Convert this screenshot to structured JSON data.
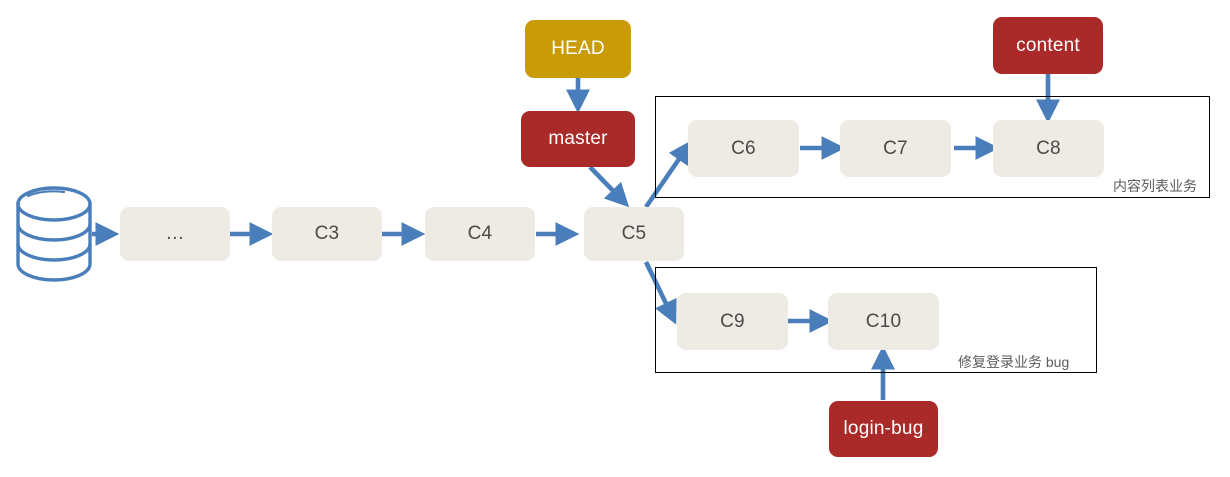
{
  "diagram": {
    "title": "git-branching-diagram",
    "colors": {
      "commit_fill": "#EDEBE3",
      "commit_text": "#4A4A4A",
      "head_fill": "#C89B07",
      "branch_ref_fill": "#A92A28",
      "ref_text": "#FFFFFF",
      "arrow": "#4A7EBB",
      "frame_border": "#000000",
      "frame_label_text": "#5C5C5C",
      "background": "#FFFFFF"
    },
    "repository_icon": {
      "name": "database-cylinder-icon",
      "stroke": "#4A7EBB",
      "fill": "#FFFFFF",
      "discs": 3
    },
    "main_line": {
      "commits": [
        {
          "id": "mainline-ellipsis",
          "label": "…"
        },
        {
          "id": "mainline-c3",
          "label": "C3"
        },
        {
          "id": "mainline-c4",
          "label": "C4"
        },
        {
          "id": "mainline-c5",
          "label": "C5"
        }
      ]
    },
    "refs": [
      {
        "id": "head",
        "label": "HEAD",
        "kind": "pointer"
      },
      {
        "id": "master",
        "label": "master",
        "kind": "branch"
      },
      {
        "id": "content",
        "label": "content",
        "kind": "branch"
      },
      {
        "id": "login-bug",
        "label": "login-bug",
        "kind": "branch"
      }
    ],
    "branches": [
      {
        "id": "content-branch",
        "label": "内容列表业务",
        "commits": [
          {
            "id": "content-c6",
            "label": "C6"
          },
          {
            "id": "content-c7",
            "label": "C7"
          },
          {
            "id": "content-c8",
            "label": "C8"
          }
        ]
      },
      {
        "id": "login-bug-branch",
        "label": "修复登录业务 bug",
        "commits": [
          {
            "id": "loginbug-c9",
            "label": "C9"
          },
          {
            "id": "loginbug-c10",
            "label": "C10"
          }
        ]
      }
    ]
  }
}
